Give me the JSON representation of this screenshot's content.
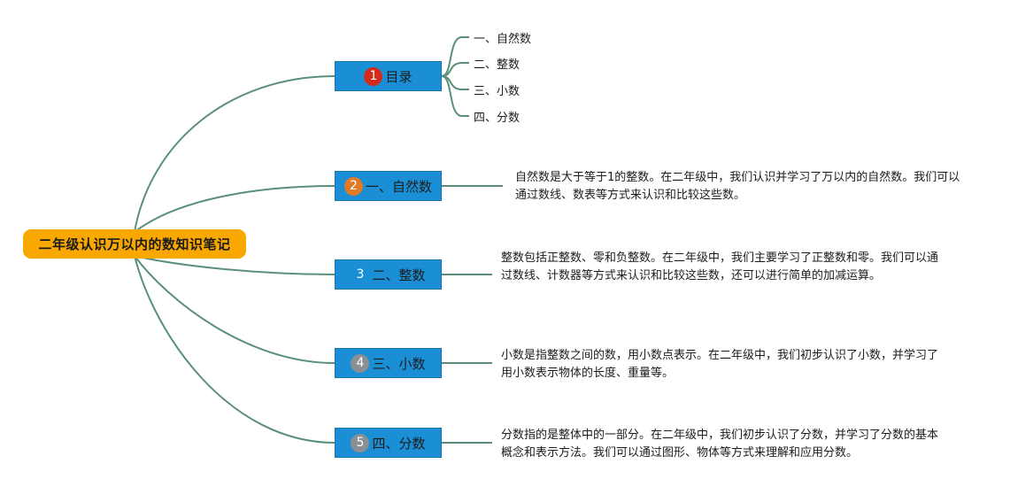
{
  "root": {
    "title": "二年级认识万以内的数知识笔记"
  },
  "branches": [
    {
      "badge": "1",
      "badge_color": "#d42a1b",
      "label": "目录"
    },
    {
      "badge": "2",
      "badge_color": "#e07a25",
      "label": "一、自然数"
    },
    {
      "badge": "3",
      "badge_color": "#1a8fd6",
      "label": "二、整数"
    },
    {
      "badge": "4",
      "badge_color": "#8a8f94",
      "label": "三、小数"
    },
    {
      "badge": "5",
      "badge_color": "#8a8f94",
      "label": "四、分数"
    }
  ],
  "toc_items": [
    "一、自然数",
    "二、整数",
    "三、小数",
    "四、分数"
  ],
  "notes": [
    "自然数是大于等于1的整数。在二年级中，我们认识并学习了万以内的自然数。我们可以通过数线、数表等方式来认识和比较这些数。",
    "整数包括正整数、零和负整数。在二年级中，我们主要学习了正整数和零。我们可以通过数线、计数器等方式来认识和比较这些数，还可以进行简单的加减运算。",
    "小数是指整数之间的数，用小数点表示。在二年级中，我们初步认识了小数，并学习了用小数表示物体的长度、重量等。",
    "分数指的是整体中的一部分。在二年级中，我们初步认识了分数，并学习了分数的基本概念和表示方法。我们可以通过图形、物体等方式来理解和应用分数。"
  ],
  "colors": {
    "connector": "#5b8f7d",
    "root_fill": "#f8a800",
    "branch_fill": "#1a8fd6"
  }
}
